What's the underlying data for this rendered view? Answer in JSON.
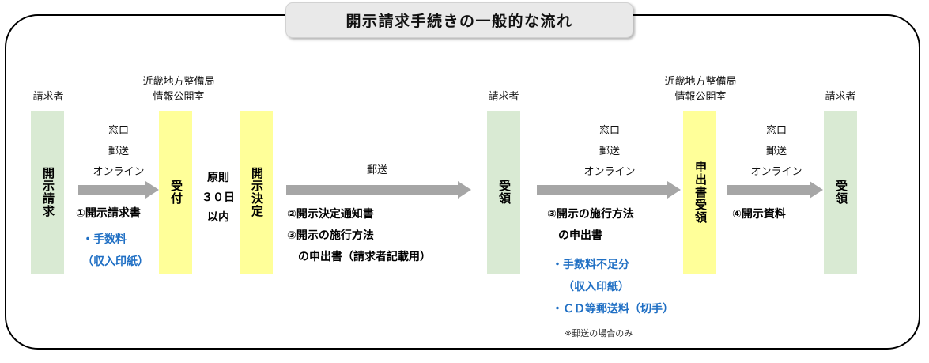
{
  "title": "開示請求手続きの一般的な流れ",
  "colors": {
    "requester_box": "#d9ead3",
    "office_box": "#ffff99",
    "arrow": "#a6a6a6",
    "fee_text": "#1f6fc4",
    "title_plate": "#e9e9e9"
  },
  "captions": {
    "requester": "請求者",
    "office_line1": "近畿地方整備局",
    "office_line2": "情報公開室"
  },
  "boxes": {
    "disclosure_request": "開示請求",
    "reception": "受付",
    "disclosure_decision": "開示決定",
    "receipt_1": "受領",
    "application_receipt": "申出書受領",
    "receipt_2": "受領"
  },
  "channels": {
    "counter": "窓口",
    "mail": "郵送",
    "online": "オンライン"
  },
  "steps": {
    "step1_doc": "①開示請求書",
    "step1_fee_1": "・手数料",
    "step1_fee_2": "（収入印紙）",
    "within_30_days_1": "原則",
    "within_30_days_2": "３０日",
    "within_30_days_3": "以内",
    "mail_label": "郵送",
    "step2_doc": "②開示決定通知書",
    "step3_doc_line1": "③開示の施行方法",
    "step3_doc_line2": "の申出書（請求者記載用）",
    "step3b_doc_line1": "③開示の施行方法",
    "step3b_doc_line2": "の申出書",
    "step3b_fee_1": "・手数料不足分",
    "step3b_fee_2": "（収入印紙）",
    "step3b_fee_3": "・ＣＤ等郵送料（切手）",
    "footnote": "※郵送の場合のみ",
    "step4_doc": "④開示資料"
  }
}
